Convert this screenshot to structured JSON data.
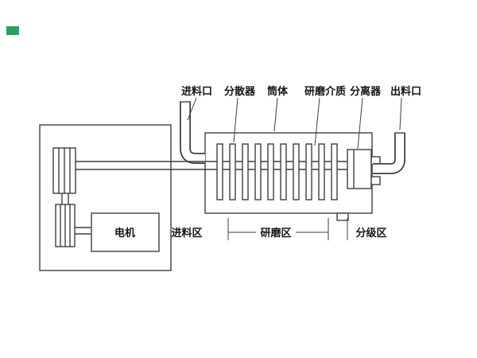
{
  "diagram": {
    "type": "horizontal-sand-mill-schematic",
    "colors": {
      "line": "#3f3f3f",
      "text": "#161616",
      "accent_green": "#27a35f",
      "background": "#ffffff"
    },
    "top_labels": {
      "feed_inlet": "进料口",
      "disperser": "分散器",
      "cylinder": "筒体",
      "grinding_media": "研磨介质",
      "separator": "分离器",
      "outlet": "出料口"
    },
    "components": {
      "motor": "电机"
    },
    "zones": {
      "feed": "进料区",
      "grinding": "研磨区",
      "classification": "分级区"
    }
  }
}
